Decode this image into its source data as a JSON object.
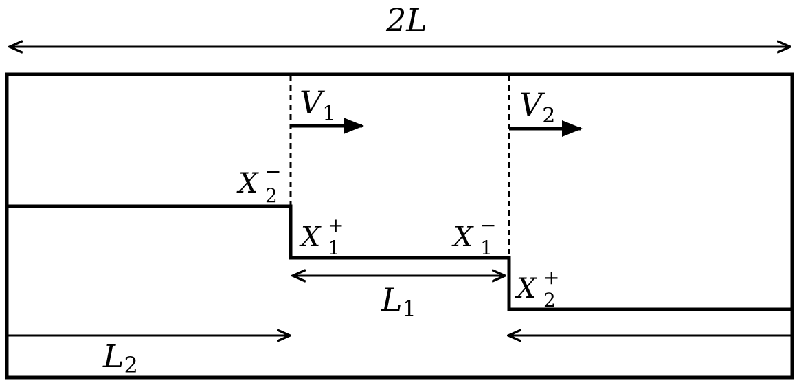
{
  "labels": {
    "total_length": {
      "main": "2L"
    },
    "v1": {
      "main": "V",
      "sub": "1"
    },
    "v2": {
      "main": "V",
      "sub": "2"
    },
    "x2_minus": {
      "main": "X",
      "sup": "−",
      "sub": "2"
    },
    "x1_plus": {
      "main": "X",
      "sup": "+",
      "sub": "1"
    },
    "x1_minus": {
      "main": "X",
      "sup": "−",
      "sub": "1"
    },
    "x2_plus": {
      "main": "X",
      "sup": "+",
      "sub": "2"
    },
    "l1": {
      "main": "L",
      "sub": "1"
    },
    "l2": {
      "main": "L",
      "sub": "2"
    }
  },
  "colors": {
    "stroke": "#000000",
    "background": "#ffffff"
  }
}
